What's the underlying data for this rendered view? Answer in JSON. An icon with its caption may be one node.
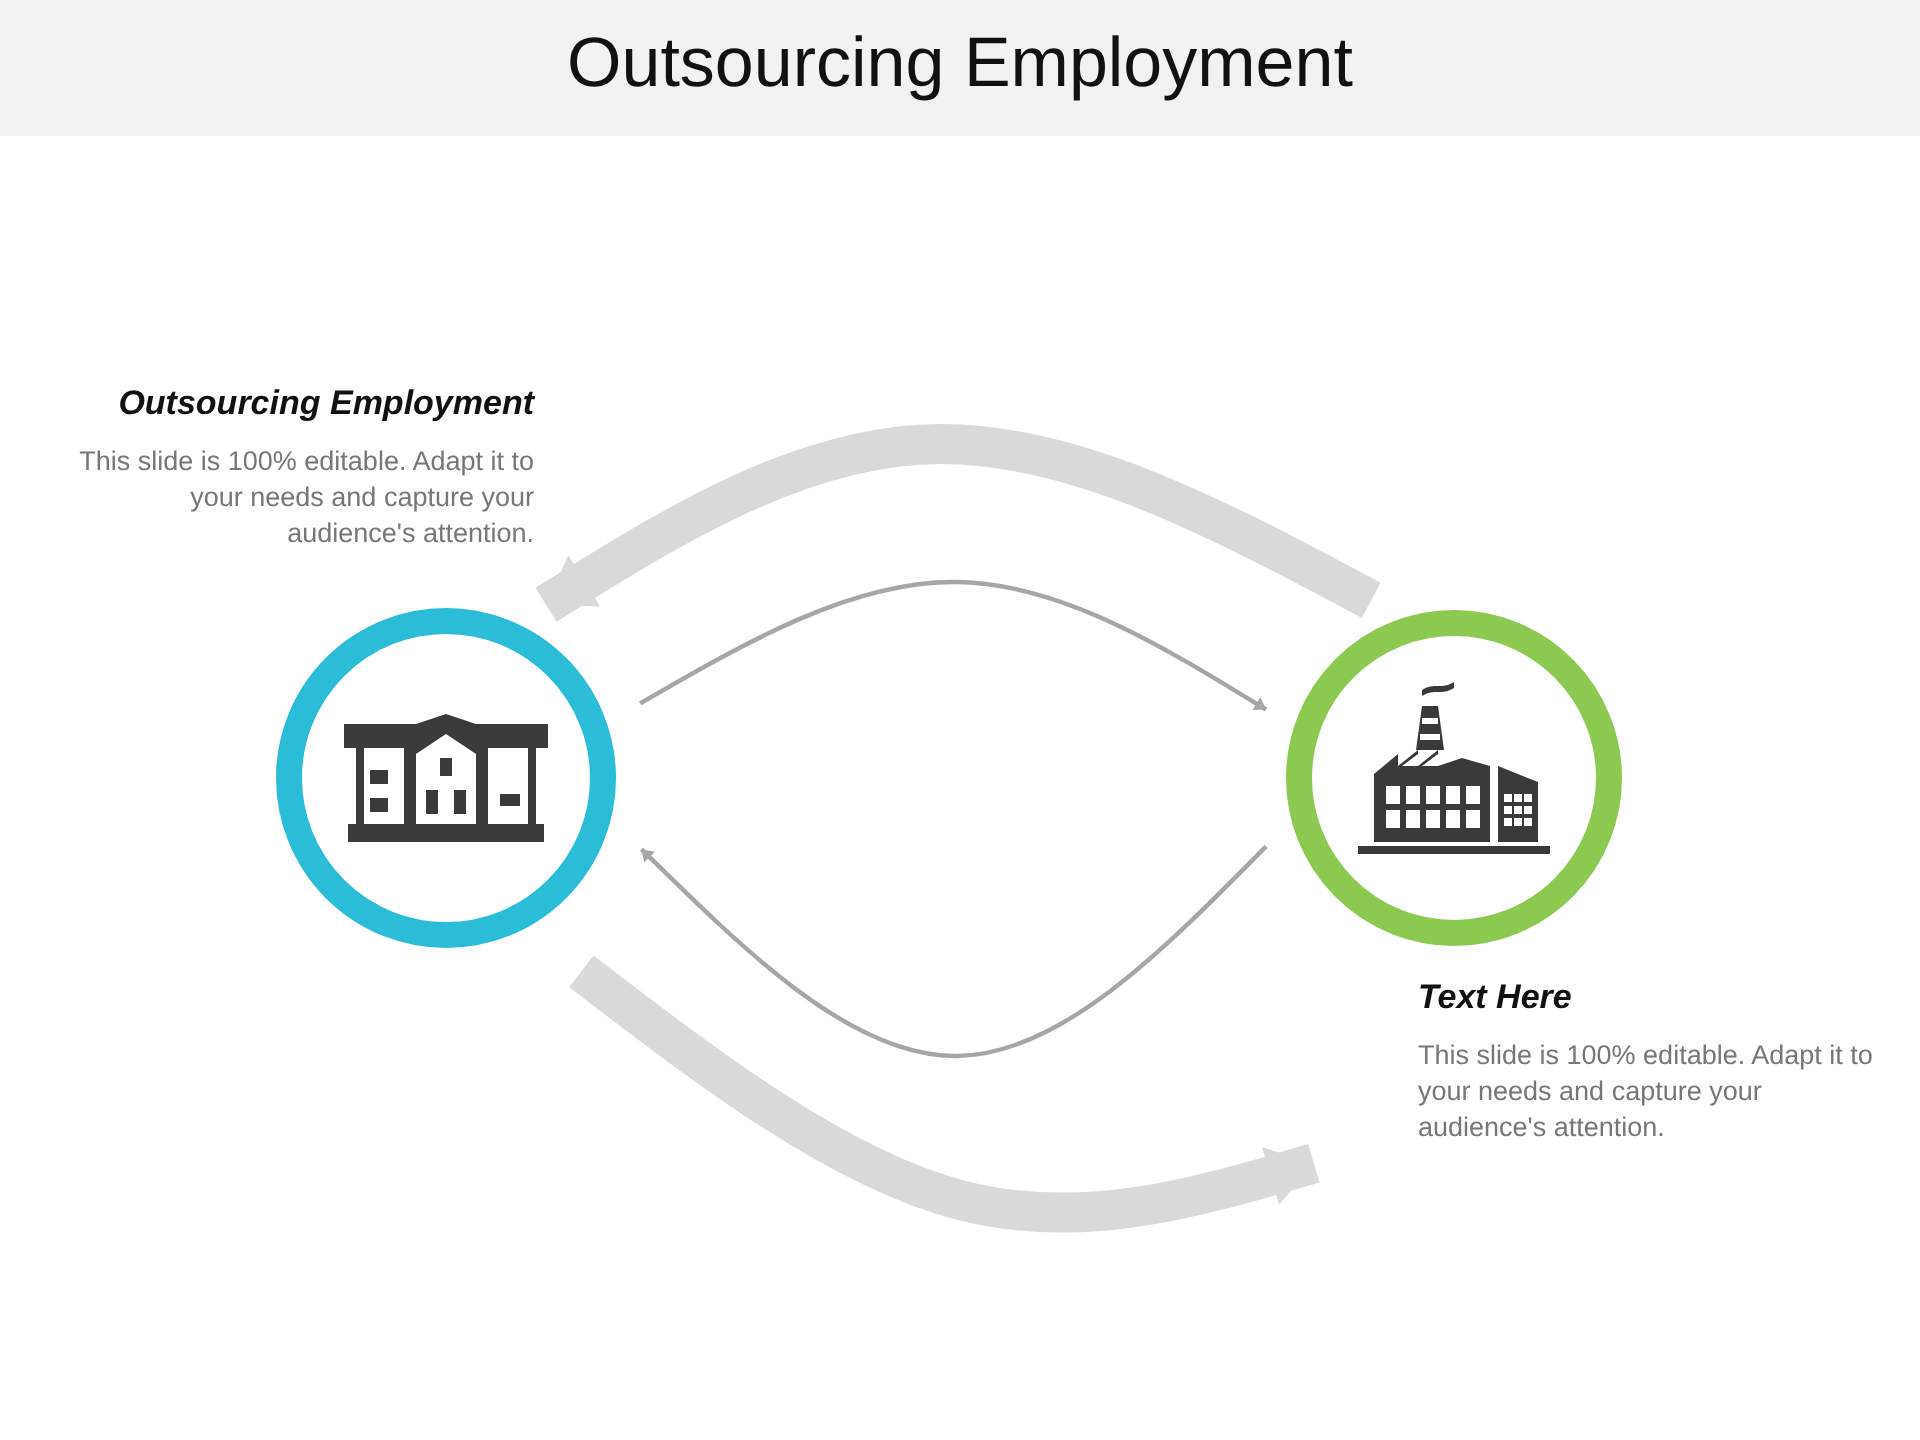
{
  "diagram": {
    "title": "Outsourcing Employment",
    "nodes": [
      {
        "text": [],
        "shape": "circle",
        "beside": [
          "Outsourcing Employment",
          "This slide is 100% editable. Adapt it to your needs and capture your audience's attention."
        ]
      },
      {
        "text": [],
        "shape": "circle",
        "beside": [
          "Text Here",
          "This slide is 100% editable. Adapt it to your needs and capture your audience's attention."
        ]
      }
    ],
    "edges": [
      {
        "from": 1,
        "to": 0,
        "arrow": "to",
        "style": "thick",
        "color": "#d9d9d9"
      },
      {
        "from": 0,
        "to": 1,
        "arrow": "to",
        "color": "#a6a6a6"
      },
      {
        "from": 1,
        "to": 0,
        "arrow": "to",
        "color": "#a6a6a6"
      },
      {
        "from": 0,
        "to": 1,
        "arrow": "to",
        "style": "thick",
        "color": "#d9d9d9"
      }
    ]
  }
}
